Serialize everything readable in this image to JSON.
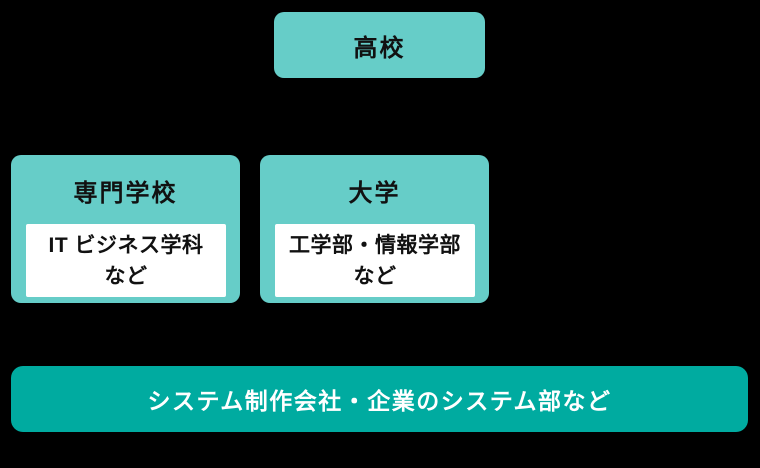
{
  "colors": {
    "background": "#000000",
    "node_fill": "#66CDC8",
    "node_inner_fill": "#FFFFFF",
    "node_text": "#111111",
    "bar_fill": "#00ABA0",
    "bar_text": "#FFFFFF"
  },
  "diagram": {
    "top_node": {
      "label": "高校"
    },
    "mid_nodes": [
      {
        "title": "専門学校",
        "detail_lines": [
          "IT ビジネス学科",
          "など"
        ]
      },
      {
        "title": "大学",
        "detail_lines": [
          "工学部・情報学部",
          "など"
        ]
      }
    ],
    "bottom_bar": {
      "label": "システム制作会社・企業のシステム部など"
    }
  }
}
